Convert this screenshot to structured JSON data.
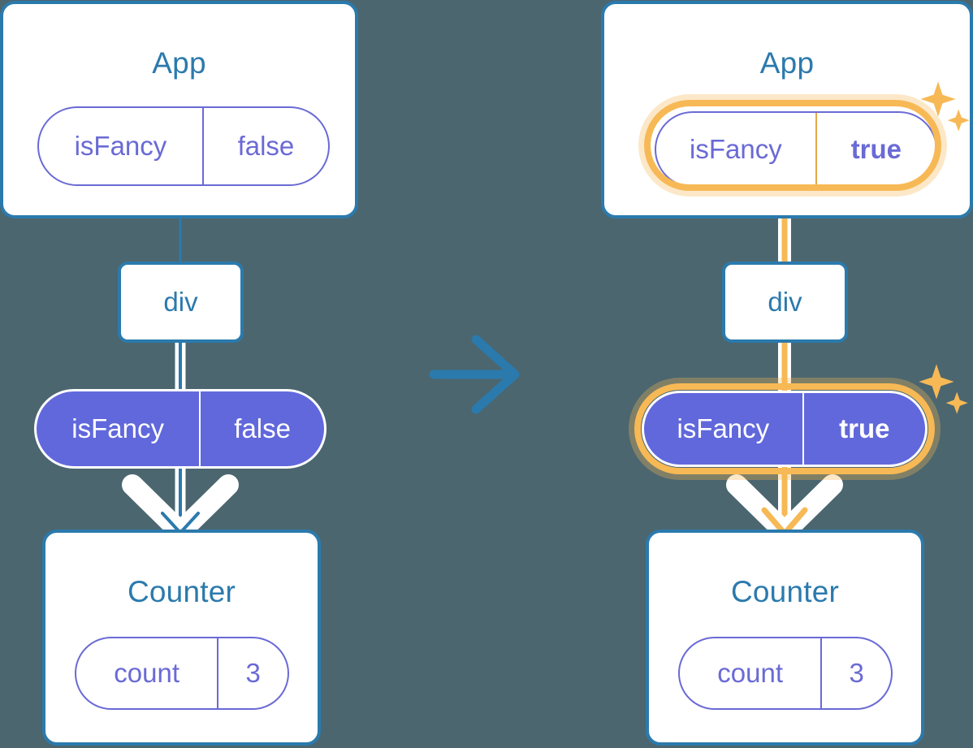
{
  "diagram": {
    "title_left": "App",
    "title_right": "App",
    "transition_icon": "arrow-right-icon",
    "background_color": "#4b666f",
    "colors": {
      "card_border": "#2b7aad",
      "card_title": "#2b7aad",
      "pill_purple": "#6168dc",
      "pill_outline": "#6a6ad6",
      "highlight": "#f7b955",
      "highlight_glow": "#fbdfb0",
      "arrow_white": "#ffffff",
      "arrow_blue": "#2b7aad",
      "arrow_orange": "#f7b955"
    }
  },
  "left": {
    "app": {
      "title": "App",
      "state_pill": {
        "key": "isFancy",
        "value": "false",
        "bold_value": false
      }
    },
    "div": {
      "label": "div"
    },
    "prop_pill": {
      "key": "isFancy",
      "value": "false",
      "bold_value": false
    },
    "counter": {
      "title": "Counter",
      "state_pill": {
        "key": "count",
        "value": "3",
        "bold_value": false
      }
    }
  },
  "right": {
    "app": {
      "title": "App",
      "state_pill": {
        "key": "isFancy",
        "value": "true",
        "bold_value": true
      },
      "highlighted": true,
      "sparkle_icon": "sparkles-icon"
    },
    "div": {
      "label": "div"
    },
    "prop_pill": {
      "key": "isFancy",
      "value": "true",
      "bold_value": true
    },
    "prop_highlighted": true,
    "prop_sparkle_icon": "sparkles-icon",
    "counter": {
      "title": "Counter",
      "state_pill": {
        "key": "count",
        "value": "3",
        "bold_value": false
      }
    }
  }
}
